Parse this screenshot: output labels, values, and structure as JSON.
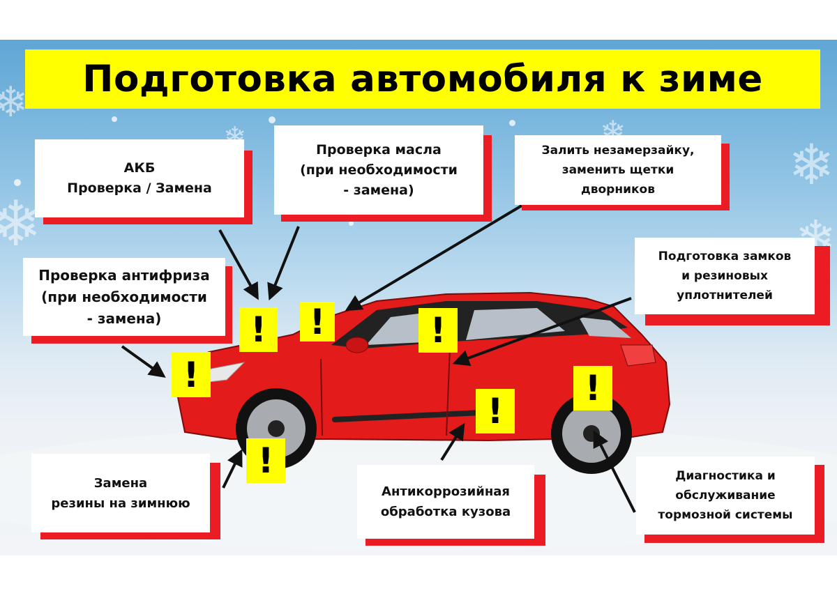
{
  "title": "Подготовка автомобиля к зиме",
  "colors": {
    "title_bg": "#ffff00",
    "accent_red": "#ec1c24",
    "car_red": "#e31b1b",
    "warning_bg": "#ffff00"
  },
  "callouts": [
    {
      "id": "battery",
      "lines": [
        "АКБ",
        "Проверка / Замена"
      ]
    },
    {
      "id": "oil",
      "lines": [
        "Проверка масла",
        "(при необходимости",
        "- замена)"
      ]
    },
    {
      "id": "washer",
      "lines": [
        "Залить незамерзайку,",
        "заменить щетки",
        "дворников"
      ]
    },
    {
      "id": "antifreeze",
      "lines": [
        "Проверка антифриза",
        "(при необходимости",
        "- замена)"
      ]
    },
    {
      "id": "locks",
      "lines": [
        "Подготовка замков",
        "и резиновых",
        "уплотнителей"
      ]
    },
    {
      "id": "tires",
      "lines": [
        "Замена",
        "резины на зимнюю"
      ]
    },
    {
      "id": "anticorrosion",
      "lines": [
        "Антикоррозийная",
        "обработка кузова"
      ]
    },
    {
      "id": "brakes",
      "lines": [
        "Диагностика и",
        "обслуживание",
        "тормозной системы"
      ]
    }
  ],
  "warning_icon": {
    "glyph": "!",
    "name": "exclamation-warning-icon",
    "count": 7
  }
}
